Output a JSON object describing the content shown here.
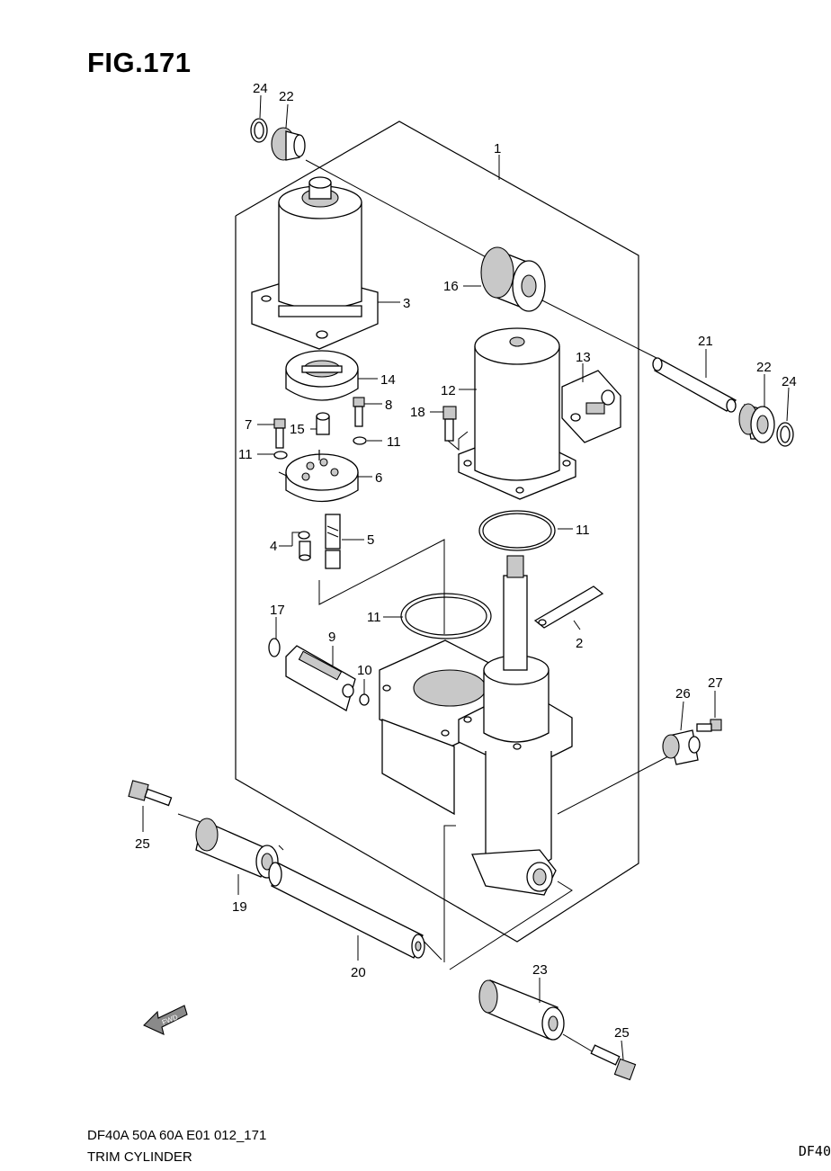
{
  "figure": {
    "title": "FIG.171"
  },
  "footer": {
    "model_code": "DF40A 50A 60A E01 012_171",
    "part_group": "TRIM CYLINDER",
    "corner_code": "DF40"
  },
  "fwd_label": "FWD",
  "callouts": [
    {
      "n": "1",
      "part": "trim-cylinder-assembly"
    },
    {
      "n": "2",
      "part": "bracket"
    },
    {
      "n": "3",
      "part": "motor"
    },
    {
      "n": "4",
      "part": "valve"
    },
    {
      "n": "5",
      "part": "valve-assembly"
    },
    {
      "n": "6",
      "part": "pump-body"
    },
    {
      "n": "7",
      "part": "bolt"
    },
    {
      "n": "8",
      "part": "bolt"
    },
    {
      "n": "9",
      "part": "manual-release-valve"
    },
    {
      "n": "10",
      "part": "o-ring"
    },
    {
      "n": "11",
      "part": "o-ring"
    },
    {
      "n": "12",
      "part": "reservoir"
    },
    {
      "n": "13",
      "part": "fitting"
    },
    {
      "n": "14",
      "part": "gear-pump"
    },
    {
      "n": "15",
      "part": "shaft"
    },
    {
      "n": "16",
      "part": "bushing"
    },
    {
      "n": "17",
      "part": "circlip"
    },
    {
      "n": "18",
      "part": "bolt"
    },
    {
      "n": "19",
      "part": "bushing"
    },
    {
      "n": "20",
      "part": "shaft"
    },
    {
      "n": "21",
      "part": "shaft"
    },
    {
      "n": "22",
      "part": "bushing"
    },
    {
      "n": "23",
      "part": "bushing"
    },
    {
      "n": "24",
      "part": "circlip"
    },
    {
      "n": "25",
      "part": "bolt"
    },
    {
      "n": "26",
      "part": "spacer"
    },
    {
      "n": "27",
      "part": "bolt"
    }
  ]
}
